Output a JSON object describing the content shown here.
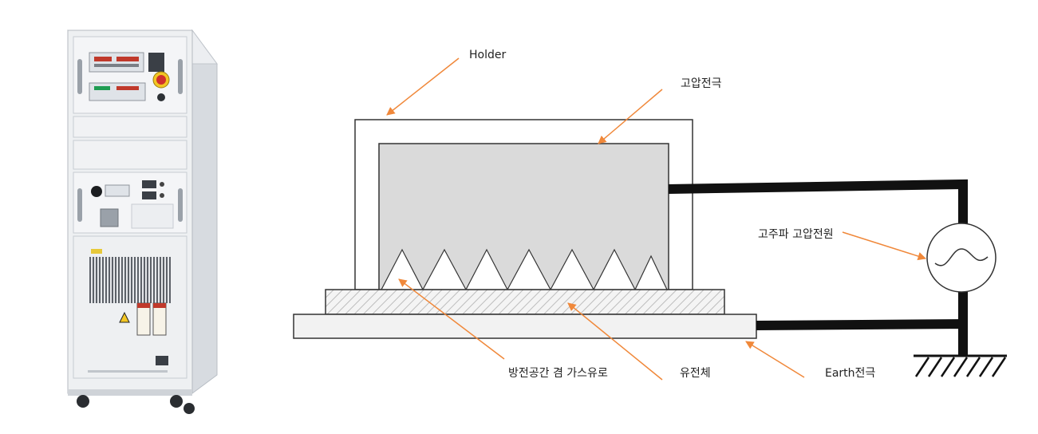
{
  "labels": {
    "holder": "Holder",
    "hv_electrode": "고압전극",
    "hf_hv_source": "고주파 고압전원",
    "discharge_space": "방전공간 겸 가스유로",
    "dielectric": "유전체",
    "earth_electrode": "Earth전극"
  },
  "colors": {
    "arrow": "#f0883a",
    "electrode": "#dadada",
    "wire": "#111111",
    "dielectric_hatch": "#bdbdbd",
    "earth_plate": "#f2f2f2",
    "cabinet": "#e9ebee",
    "cabinet_shadow": "#cfd3d8"
  }
}
